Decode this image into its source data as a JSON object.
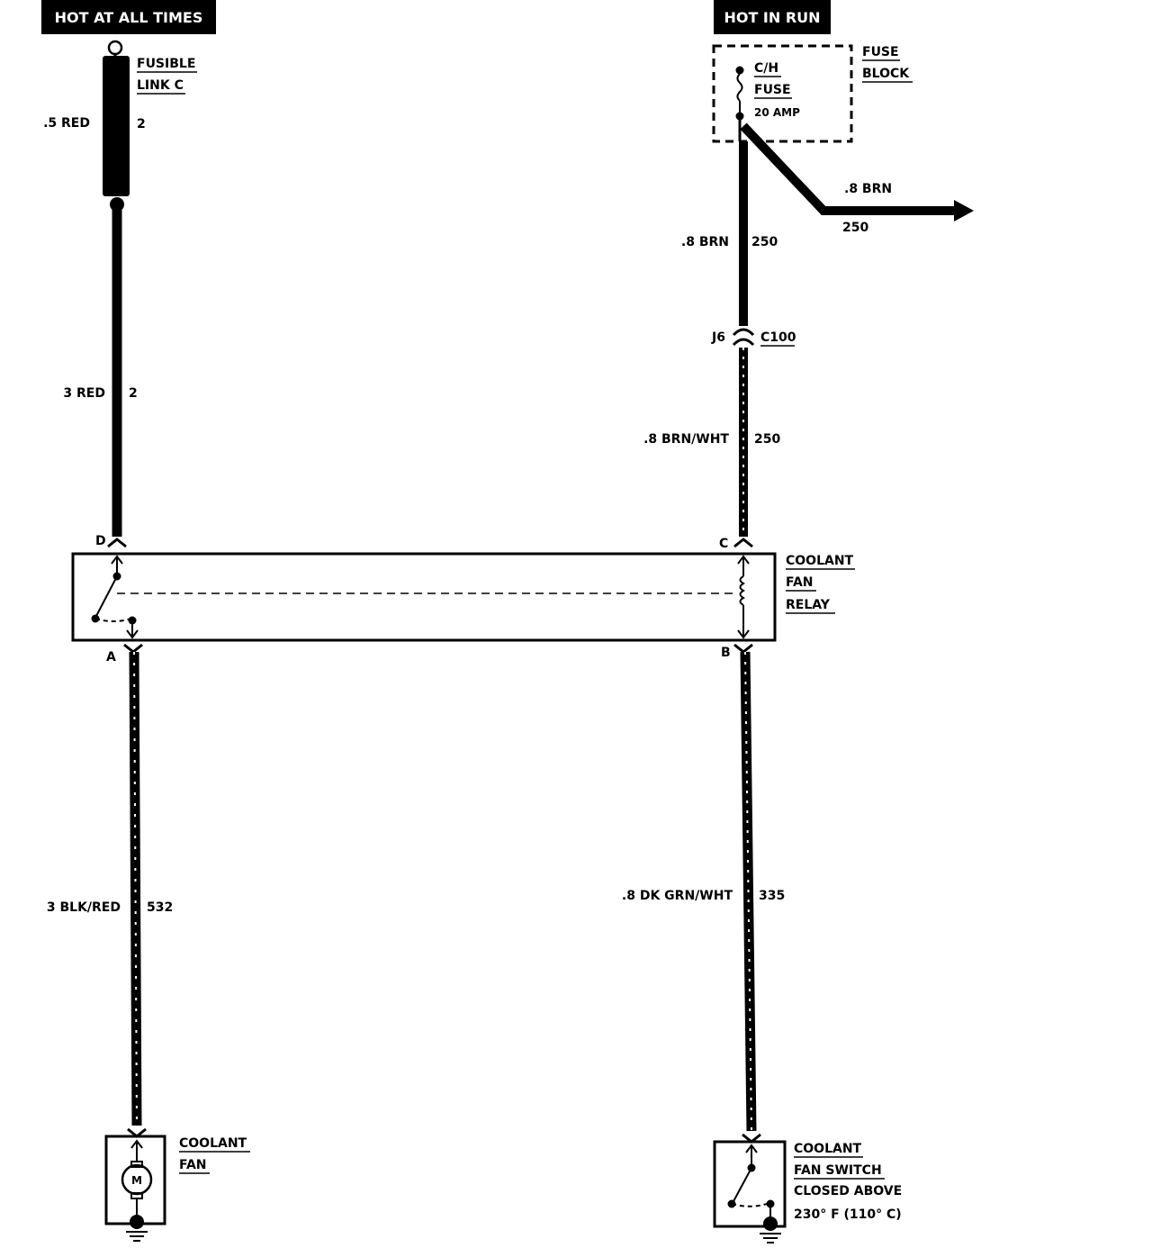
{
  "headers": {
    "left": "HOT AT ALL TIMES",
    "right": "HOT IN RUN"
  },
  "fusible_link": {
    "line1": "FUSIBLE",
    "line2": "LINK C",
    "wire": ".5 RED",
    "circuit": "2"
  },
  "left_wire": {
    "wire": "3 RED",
    "circuit": "2"
  },
  "fuse_block": {
    "title1": "FUSE",
    "title2": "BLOCK",
    "fuse1": "C/H",
    "fuse2": "FUSE",
    "rating": "20 AMP"
  },
  "branch_wire": {
    "wire": ".8 BRN",
    "circuit": "250"
  },
  "upper_right_wire": {
    "wire": ".8 BRN",
    "circuit": "250"
  },
  "connector": {
    "pin": "J6",
    "name": "C100"
  },
  "lower_right_wire": {
    "wire": ".8 BRN/WHT",
    "circuit": "250"
  },
  "relay": {
    "line1": "COOLANT",
    "line2": "FAN",
    "line3": "RELAY",
    "pin_d": "D",
    "pin_c": "C",
    "pin_a": "A",
    "pin_b": "B"
  },
  "fan_wire": {
    "wire": "3 BLK/RED",
    "circuit": "532"
  },
  "switch_wire": {
    "wire": ".8 DK GRN/WHT",
    "circuit": "335"
  },
  "coolant_fan": {
    "line1": "COOLANT",
    "line2": "FAN",
    "motor": "M"
  },
  "coolant_switch": {
    "line1": "COOLANT",
    "line2": "FAN SWITCH",
    "line3": "CLOSED ABOVE",
    "line4": "230° F (110° C)"
  }
}
